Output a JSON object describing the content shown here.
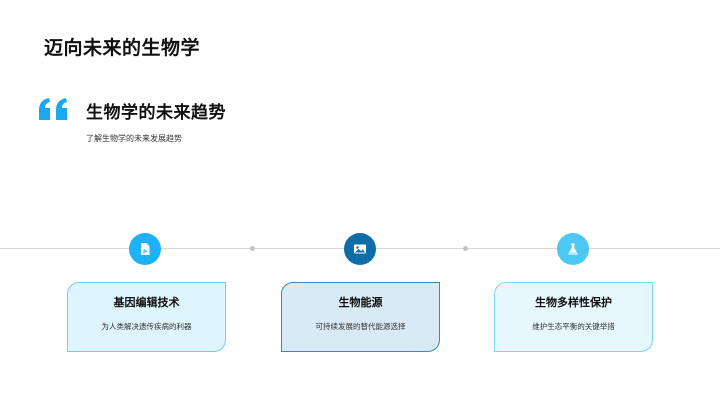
{
  "slide": {
    "title": "迈向未来的生物学"
  },
  "section": {
    "quote_icon": "quote-icon",
    "title": "生物学的未来趋势",
    "subtitle": "了解生物学的未来发展趋势"
  },
  "timeline": {
    "line_color": "#d6d6d6",
    "nodes": [
      {
        "icon": "document-p-icon",
        "color": "#1fb1f5"
      },
      {
        "icon": "image-icon",
        "color": "#0f6ea8"
      },
      {
        "icon": "flask-icon",
        "color": "#4cc8f5"
      }
    ]
  },
  "cards": [
    {
      "title": "基因编辑技术",
      "description": "为人类解决遗传疾病的利器",
      "bg": "#def5fd",
      "border": "#6fd0f0"
    },
    {
      "title": "生物能源",
      "description": "可持续发展的替代能源选择",
      "bg": "#d8eaf5",
      "border": "#3b86b3"
    },
    {
      "title": "生物多样性保护",
      "description": "维护生态平衡的关键举措",
      "bg": "#e6f8fe",
      "border": "#7ad8f3"
    }
  ],
  "colors": {
    "accent": "#1aa9f0",
    "text": "#111111"
  }
}
